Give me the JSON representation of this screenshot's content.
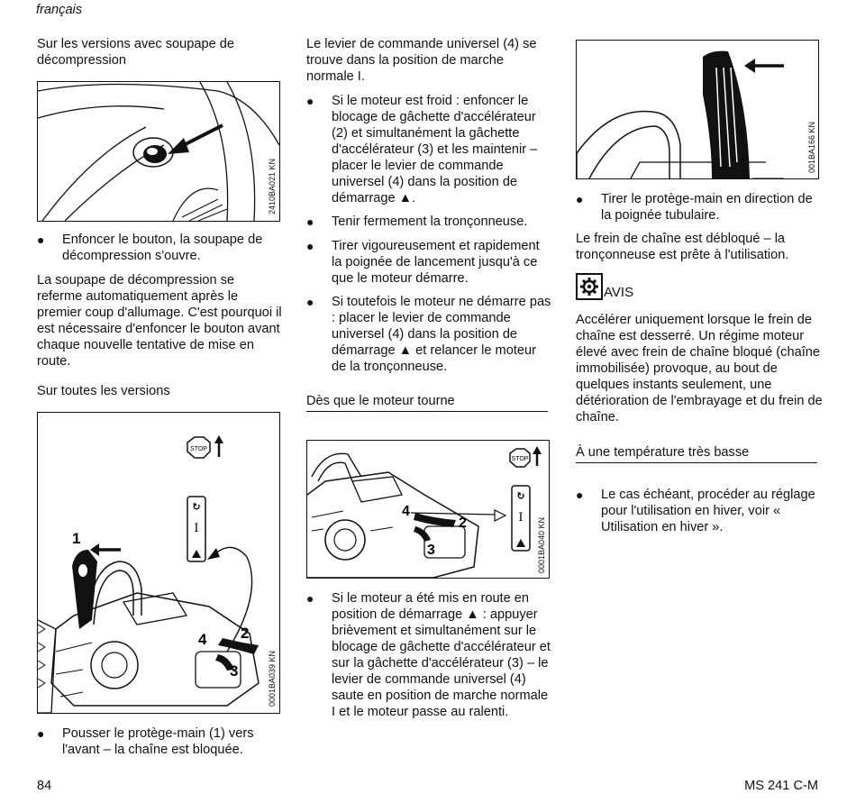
{
  "header": {
    "language": "français"
  },
  "col1": {
    "heading1": "Sur les versions avec soupape de décompression",
    "fig1_code": "2410BA021 KN",
    "bullet1": "Enfoncer le bouton, la soupape de décompression s'ouvre.",
    "para1": "La soupape de décompression se referme automatiquement après le premier coup d'allumage. C'est pourquoi il est nécessaire d'enfoncer le bouton avant chaque nouvelle tentative de mise en route.",
    "heading2": "Sur toutes les versions",
    "fig2_code": "0001BA039 KN",
    "fig2_labels": [
      "1",
      "2",
      "3",
      "4"
    ],
    "fig2_stop": "STOP",
    "bullet2": "Pousser le protège-main (1) vers l'avant – la chaîne est bloquée."
  },
  "col2": {
    "para1": "Le levier de commande universel (4) se trouve dans la position de marche normale I.",
    "bullets": [
      "Si le moteur est froid : enfoncer le blocage de gâchette d'accélérateur (2) et simultanément la gâchette d'accélérateur (3) et les maintenir – placer le levier de commande universel (4) dans la position de démarrage ▲.",
      "Tenir fermement la tronçonneuse.",
      "Tirer vigoureusement et rapidement la poignée de lancement jusqu'à ce que le moteur démarre.",
      "Si toutefois le moteur ne démarre pas : placer le levier de commande universel (4) dans la position de démarrage ▲ et relancer le moteur de la tronçonneuse."
    ],
    "heading": "Dès que le moteur tourne",
    "fig_code": "0001BA040 KN",
    "fig_labels": [
      "2",
      "3",
      "4"
    ],
    "fig_stop": "STOP",
    "bullet_last": "Si le moteur a été mis en route en position de démarrage ▲ : appuyer brièvement et simultanément sur le blocage de gâchette d'accélérateur et sur la gâchette d'accélérateur (3) – le levier de commande universel (4) saute en position de marche normale I et le moteur passe au ralenti."
  },
  "col3": {
    "fig_code": "001BA166 KN",
    "bullet1": "Tirer le protège-main en direction de la poignée tubulaire.",
    "para1": "Le frein de chaîne est débloqué – la tronçonneuse est prête à l'utilisation.",
    "notice_label": "AVIS",
    "notice_icon": "gear-icon",
    "para2": "Accélérer uniquement lorsque le frein de chaîne est desserré. Un régime moteur élevé avec frein de chaîne bloqué (chaîne immobilisée) provoque, au bout de quelques instants seulement, une détérioration de l'embrayage et du frein de chaîne.",
    "heading": "À une température très basse",
    "bullet2": "Le cas échéant, procéder au réglage pour l'utilisation en hiver, voir « Utilisation en hiver »."
  },
  "footer": {
    "page_number": "84",
    "model": "MS 241 C-M"
  }
}
